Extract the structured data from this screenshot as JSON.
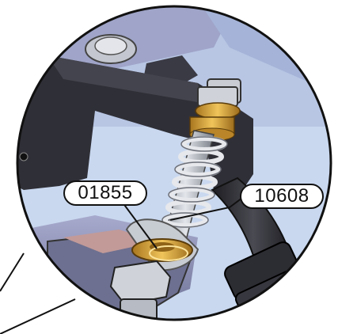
{
  "callouts": [
    {
      "id": "spring-washer",
      "label": "01855"
    },
    {
      "id": "spring",
      "label": "10608"
    }
  ],
  "colors": {
    "background": "#ffffff",
    "frame_dark": "#2f2f37",
    "frame_light": "#9fa4c8",
    "sky_blue": "#c9d8ef",
    "brass": "#d9a53a",
    "steel": "#c7cbd2",
    "outline": "#111111"
  }
}
